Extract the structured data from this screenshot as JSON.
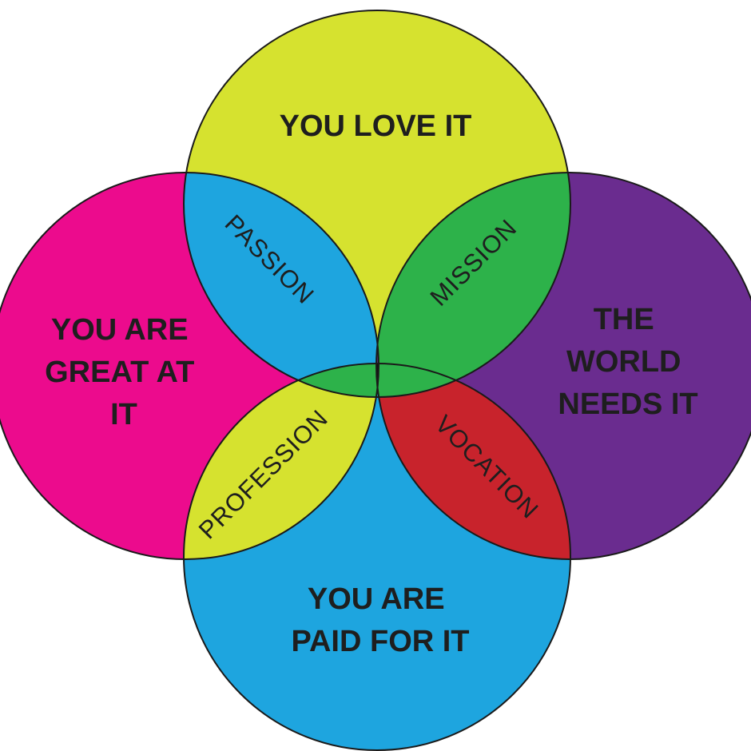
{
  "circles": {
    "top": {
      "label": "YOU LOVE IT",
      "color": "#d6e22f"
    },
    "left": {
      "label_lines": [
        "YOU ARE",
        "GREAT AT",
        "IT"
      ],
      "color": "#ec0b8d"
    },
    "right": {
      "label_lines": [
        "THE",
        "WORLD",
        "NEEDS IT"
      ],
      "color": "#6a2c8f"
    },
    "bottom": {
      "label_lines": [
        "YOU ARE",
        "PAID FOR IT"
      ],
      "color": "#1ea5df"
    }
  },
  "overlaps": {
    "passion": {
      "label": "PASSION",
      "color": "#1ea5df"
    },
    "mission": {
      "label": "MISSION",
      "color": "#2db24a"
    },
    "profession": {
      "label": "PROFESSION",
      "color": "#d6e22f"
    },
    "vocation": {
      "label": "VOCATION",
      "color": "#c8232c"
    }
  },
  "center_colors": {
    "top_lens": "#6a2c8f",
    "left_lens": "#c8232c",
    "right_lens": "#ec0b8d",
    "bottom_lens": "#2db24a",
    "core": "#111111"
  }
}
